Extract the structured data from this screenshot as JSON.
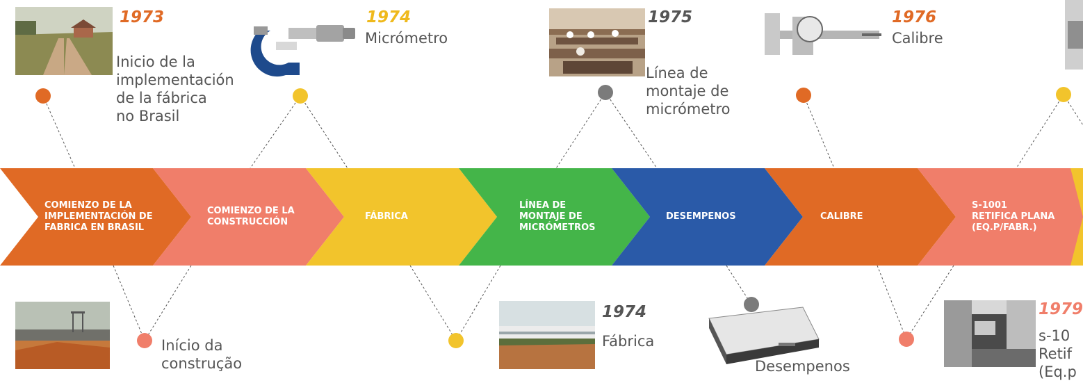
{
  "colors": {
    "dark_orange": "#e06a25",
    "salmon": "#f07e6a",
    "yellow": "#f2c42c",
    "green": "#44b549",
    "blue": "#2a5aa8",
    "gray_dot": "#7b7b7b",
    "year_orange": "#e06a25",
    "year_yellow": "#efb91c",
    "year_salmon": "#f07e6a",
    "text_gray": "#555555"
  },
  "timeline": [
    {
      "label": "COMIENZO DE LA\nIMPLEMENTACIÓN DE\nFABRICA EN BRASIL",
      "color": "#e06a25"
    },
    {
      "label": "COMIENZO DE LA\nCONSTRUCCIÓN",
      "color": "#f07e6a"
    },
    {
      "label": "FÁBRICA",
      "color": "#f2c42c"
    },
    {
      "label": "LÍNEA DE\nMONTAJE DE\nMICRÓMETROS",
      "color": "#44b549"
    },
    {
      "label": "DESEMPENOS",
      "color": "#2a5aa8"
    },
    {
      "label": "CALIBRE",
      "color": "#e06a25"
    },
    {
      "label": "S-1001\nRETIFICA PLANA\n(EQ.P/FABR.)",
      "color": "#f07e6a"
    },
    {
      "label": "",
      "color": "#f2c42c"
    }
  ],
  "events": {
    "e1973": {
      "year": "1973",
      "desc": "Inicio de la\nimplementación\nde la fábrica\nno Brasil",
      "image": "farm-photo"
    },
    "e1974_micro": {
      "year": "1974",
      "desc": "Micrómetro",
      "image": "micrometer-photo"
    },
    "e1975": {
      "year": "1975",
      "desc": "Línea de\nmontaje de\nmicrómetro",
      "image": "assembly-line-photo"
    },
    "e1976": {
      "year": "1976",
      "desc": "Calibre",
      "image": "caliper-photo"
    },
    "e_construccion": {
      "desc": "Início da\nconstrução",
      "image": "construction-photo"
    },
    "e1974_fabrica": {
      "year": "1974",
      "desc": "Fábrica",
      "image": "factory-photo"
    },
    "e_desempenos": {
      "desc": "Desempenos",
      "image": "surface-plate-photo"
    },
    "e1979": {
      "year": "1979",
      "desc": "s-10\nRetif\n(Eq.p",
      "image": "grinder-photo"
    }
  }
}
